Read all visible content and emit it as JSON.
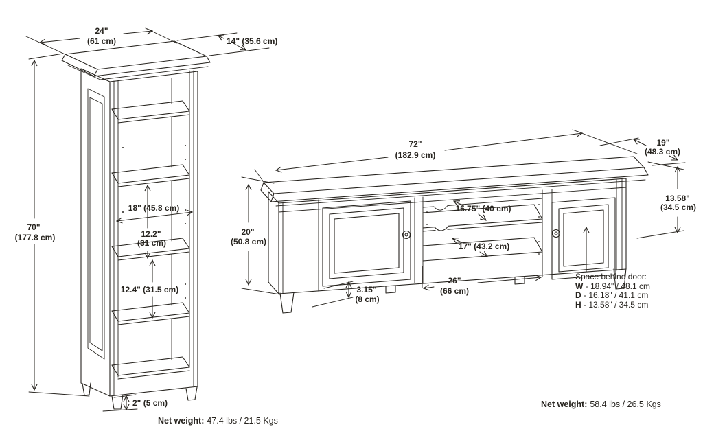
{
  "page": {
    "background": "#ffffff",
    "line_color": "#27241f"
  },
  "bookcase": {
    "width_in": "24\"",
    "width_cm": "(61 cm)",
    "depth": "14\" (35.6 cm)",
    "height_in": "70\"",
    "height_cm": "(177.8 cm)",
    "shelf_width": "18\" (45.8 cm)",
    "opening_upper_in": "12.2\"",
    "opening_upper_cm": "(31 cm)",
    "opening_lower": "12.4\" (31.5 cm)",
    "leg_height": "2\" (5 cm)",
    "net_weight_label": "Net weight:",
    "net_weight_value": "47.4 lbs / 21.5 Kgs"
  },
  "tv_stand": {
    "width_in": "72\"",
    "width_cm": "(182.9 cm)",
    "depth_in": "19\"",
    "depth_cm": "(48.3 cm)",
    "door_height_in": "13.58\"",
    "door_height_cm": "(34.5 cm)",
    "height_in": "20\"",
    "height_cm": "(50.8 cm)",
    "shelf_depth": "15.75\" (40 cm)",
    "bottom_depth": "17\" (43.2 cm)",
    "leg_height_in": "3.15\"",
    "leg_height_cm": "(8 cm)",
    "opening_width_in": "26\"",
    "opening_width_cm": "(66 cm)",
    "space_behind_door": {
      "title": "Space behind door:",
      "rows": [
        {
          "key": "W",
          "value": " - 18.94\" / 48.1 cm"
        },
        {
          "key": "D",
          "value": " - 16.18\" / 41.1 cm"
        },
        {
          "key": "H",
          "value": " - 13.58\" / 34.5 cm"
        }
      ]
    },
    "net_weight_label": "Net weight:",
    "net_weight_value": "58.4 lbs / 26.5 Kgs"
  }
}
